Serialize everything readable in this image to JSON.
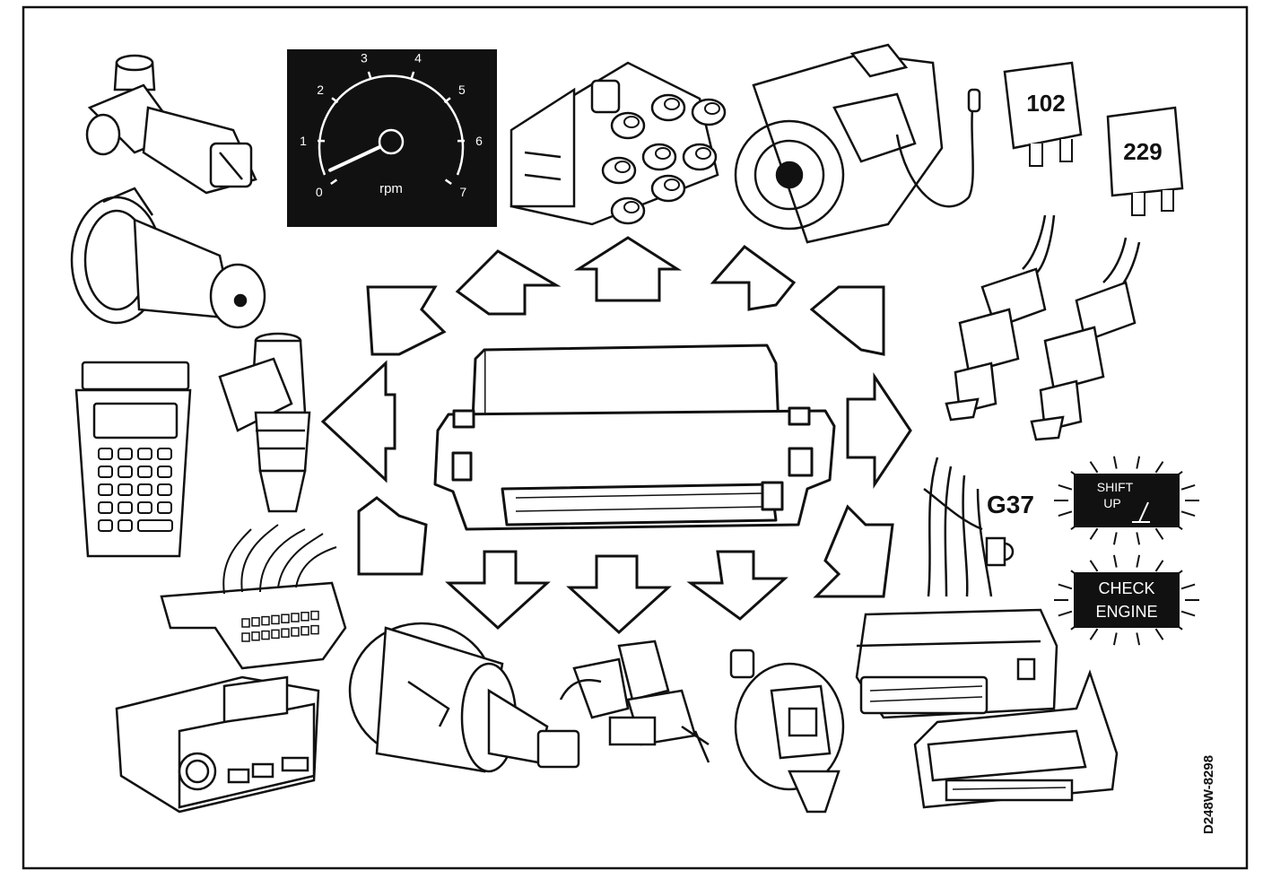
{
  "diagram": {
    "figure_code": "D248W-8298",
    "center": {
      "name": "engine-control-module"
    },
    "tachometer": {
      "ticks": [
        "0",
        "1",
        "2",
        "3",
        "4",
        "5",
        "6",
        "7"
      ],
      "unit": "rpm",
      "needle_value": 0.3
    },
    "relays": [
      {
        "number": "102"
      },
      {
        "number": "229"
      }
    ],
    "connector_label": "G37",
    "warning_lamps": {
      "shift_up": {
        "line1": "SHIFT",
        "line2": "UP"
      },
      "check_engine": {
        "line1": "CHECK",
        "line2": "ENGINE"
      }
    },
    "components": [
      "idle-air-control-valve",
      "tachometer",
      "ignition-coil-pack",
      "knock-sensor-engine-block",
      "relays",
      "evap-canister-valve",
      "oxygen-sensors",
      "diagnostic-scan-tool",
      "fuel-injector",
      "data-link-connector",
      "g37-ground-connector",
      "shift-up-lamp",
      "check-engine-lamp",
      "radio-unit",
      "throttle-position-sensor",
      "crankshaft-position-sensor",
      "map-sensor",
      "transmission-control-module",
      "abs-control-module"
    ],
    "colors": {
      "ink": "#111111",
      "paper": "#ffffff"
    }
  }
}
